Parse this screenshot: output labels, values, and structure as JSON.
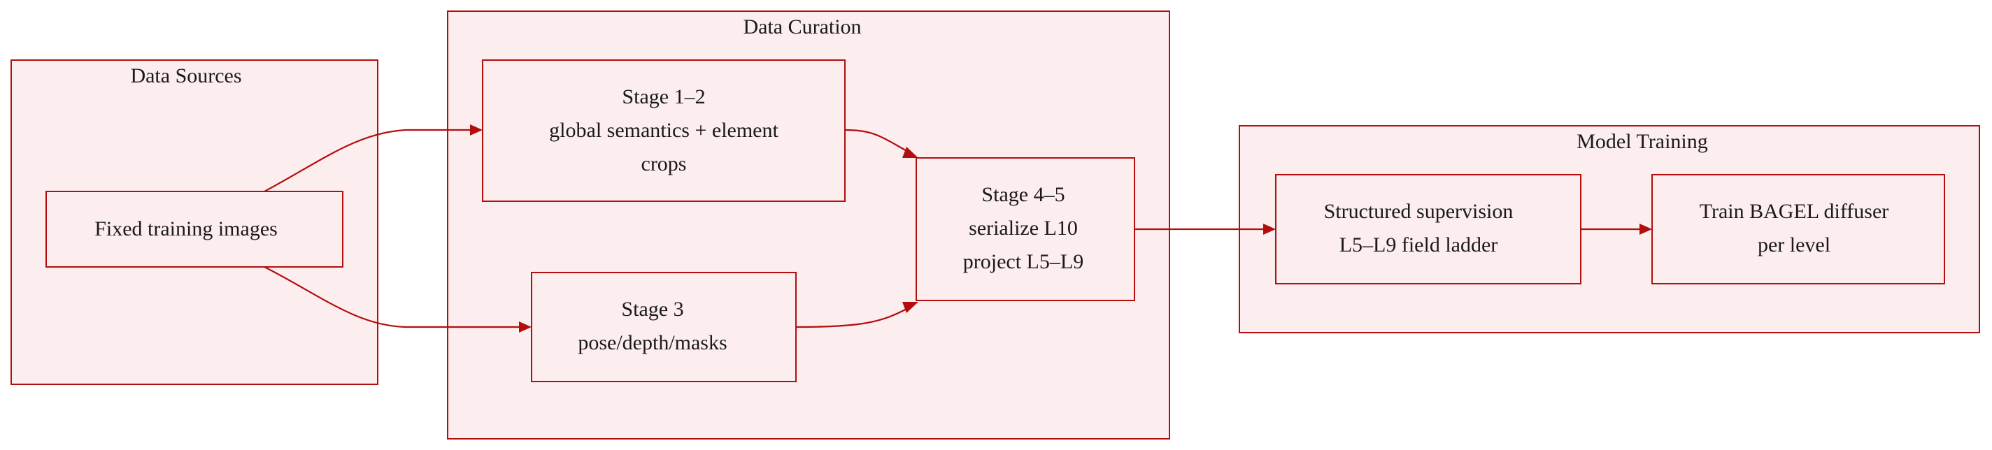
{
  "theme": {
    "stroke_color": "#b30e0e",
    "fill_color": "#fcedee",
    "text_color": "#1a1a1a"
  },
  "groups": {
    "data_sources": {
      "title": "Data Sources"
    },
    "data_curation": {
      "title": "Data Curation"
    },
    "model_training": {
      "title": "Model Training"
    }
  },
  "nodes": {
    "fixed_images": {
      "lines": [
        "Fixed training images"
      ]
    },
    "stage_1_2": {
      "lines": [
        "Stage 1–2",
        "global semantics + element",
        "crops"
      ]
    },
    "stage_3": {
      "lines": [
        "Stage 3",
        "pose/depth/masks"
      ]
    },
    "stage_4_5": {
      "lines": [
        "Stage 4–5",
        "serialize L10",
        "project L5–L9"
      ]
    },
    "structured_supervision": {
      "lines": [
        "Structured supervision",
        "L5–L9 field ladder"
      ]
    },
    "train_bagel": {
      "lines": [
        "Train BAGEL diffuser",
        "per level"
      ]
    }
  },
  "edges": [
    {
      "from": "fixed_images",
      "to": "stage_1_2"
    },
    {
      "from": "fixed_images",
      "to": "stage_3"
    },
    {
      "from": "stage_1_2",
      "to": "stage_4_5"
    },
    {
      "from": "stage_3",
      "to": "stage_4_5"
    },
    {
      "from": "stage_4_5",
      "to": "structured_supervision"
    },
    {
      "from": "structured_supervision",
      "to": "train_bagel"
    }
  ]
}
